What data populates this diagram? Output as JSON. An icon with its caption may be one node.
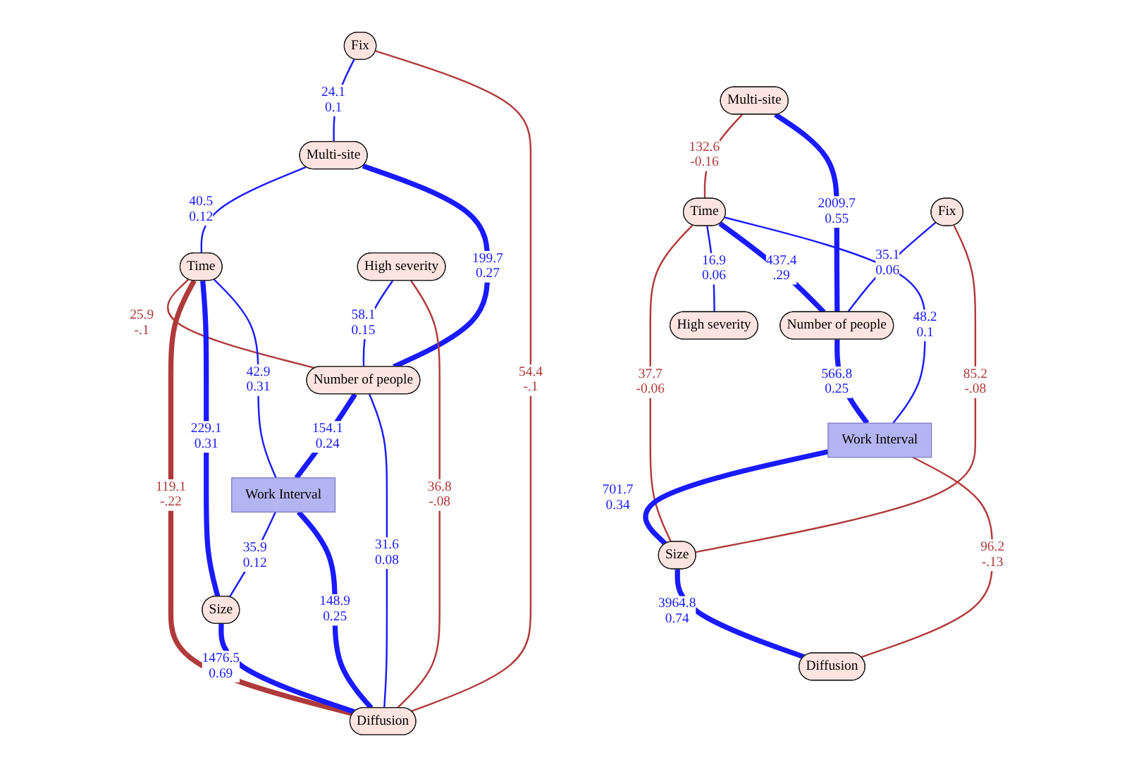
{
  "diagram": {
    "nodes": [
      {
        "text": [
          "Fix"
        ]
      },
      {
        "text": [
          "Multi-site"
        ]
      },
      {
        "text": [
          "Time"
        ]
      },
      {
        "text": [
          "High severity"
        ]
      },
      {
        "text": [
          "Number of people"
        ]
      },
      {
        "text": [
          "Work Interval"
        ]
      },
      {
        "text": [
          "Size"
        ]
      },
      {
        "text": [
          "Diffusion"
        ]
      },
      {
        "text": [
          "Fix"
        ]
      },
      {
        "text": [
          "Multi-site"
        ]
      },
      {
        "text": [
          "Time"
        ]
      },
      {
        "text": [
          "High severity"
        ]
      },
      {
        "text": [
          "Number of people"
        ]
      },
      {
        "text": [
          "Work Interval"
        ]
      },
      {
        "text": [
          "Size"
        ]
      },
      {
        "text": [
          "Diffusion"
        ]
      }
    ],
    "edges": [
      {
        "from": 0,
        "to": 1,
        "arrow": "none",
        "label": "24.1 0.1"
      },
      {
        "from": 0,
        "to": 7,
        "arrow": "none",
        "label": "54.4 -.1",
        "color": "#b03a3a"
      },
      {
        "from": 1,
        "to": 2,
        "arrow": "none",
        "label": "40.5 0.12"
      },
      {
        "from": 1,
        "to": 4,
        "arrow": "none",
        "label": "199.7 0.27",
        "style": "thick"
      },
      {
        "from": 2,
        "to": 4,
        "arrow": "none",
        "label": "25.9 -.1",
        "color": "#b03a3a"
      },
      {
        "from": 3,
        "to": 4,
        "arrow": "none",
        "label": "58.1 0.15"
      },
      {
        "from": 3,
        "to": 7,
        "arrow": "none",
        "label": "36.8 -.08",
        "color": "#b03a3a"
      },
      {
        "from": 2,
        "to": 7,
        "arrow": "none",
        "label": "119.1 -.22",
        "style": "thick",
        "color": "#b03a3a"
      },
      {
        "from": 2,
        "to": 6,
        "arrow": "none",
        "label": "229.1 0.31",
        "style": "thick"
      },
      {
        "from": 2,
        "to": 5,
        "arrow": "none",
        "label": "42.9 0.31"
      },
      {
        "from": 4,
        "to": 5,
        "arrow": "none",
        "label": "154.1 0.24",
        "style": "thick"
      },
      {
        "from": 4,
        "to": 7,
        "arrow": "none",
        "label": "31.6 0.08"
      },
      {
        "from": 5,
        "to": 6,
        "arrow": "none",
        "label": "35.9 0.12"
      },
      {
        "from": 5,
        "to": 7,
        "arrow": "none",
        "label": "148.9 0.25",
        "style": "thick"
      },
      {
        "from": 6,
        "to": 7,
        "arrow": "none",
        "label": "1476.5 0.69",
        "style": "thick"
      },
      {
        "from": 8,
        "to": 12,
        "arrow": "none",
        "label": "35.1 0.06"
      },
      {
        "from": 8,
        "to": 14,
        "arrow": "none",
        "label": "85.2 -.08",
        "color": "#b03a3a"
      },
      {
        "from": 9,
        "to": 10,
        "arrow": "none",
        "label": "132.6 -0.16",
        "color": "#b03a3a"
      },
      {
        "from": 9,
        "to": 12,
        "arrow": "none",
        "label": "2009.7 0.55",
        "style": "thick"
      },
      {
        "from": 10,
        "to": 11,
        "arrow": "none",
        "label": "16.9 0.06"
      },
      {
        "from": 10,
        "to": 12,
        "arrow": "none",
        "label": "437.4 .29",
        "style": "thick"
      },
      {
        "from": 10,
        "to": 13,
        "arrow": "none",
        "label": "48.2 0.1"
      },
      {
        "from": 10,
        "to": 14,
        "arrow": "none",
        "label": "37.7 -0.06",
        "color": "#b03a3a"
      },
      {
        "from": 12,
        "to": 13,
        "arrow": "none",
        "label": "566.8 0.25",
        "style": "thick"
      },
      {
        "from": 13,
        "to": 14,
        "arrow": "none",
        "label": "701.7 0.34",
        "style": "thick"
      },
      {
        "from": 13,
        "to": 15,
        "arrow": "none",
        "label": "96.2 -.13",
        "color": "#b03a3a"
      },
      {
        "from": 14,
        "to": 15,
        "arrow": "none",
        "label": "3964.8 0.74",
        "style": "thick"
      }
    ]
  }
}
